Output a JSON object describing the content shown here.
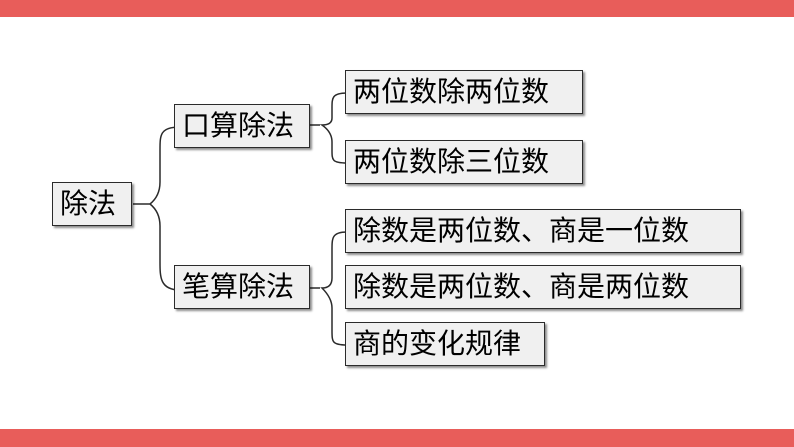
{
  "root": {
    "label": "除法"
  },
  "branches": [
    {
      "label": "口算除法",
      "children": [
        "两位数除两位数",
        "两位数除三位数"
      ]
    },
    {
      "label": "笔算除法",
      "children": [
        "除数是两位数、商是一位数",
        "除数是两位数、商是两位数",
        "商的变化规律"
      ]
    }
  ],
  "colors": {
    "accent_bar": "#e85d5a",
    "node_fill": "#f0f0f0",
    "line": "#2b2b2b"
  }
}
